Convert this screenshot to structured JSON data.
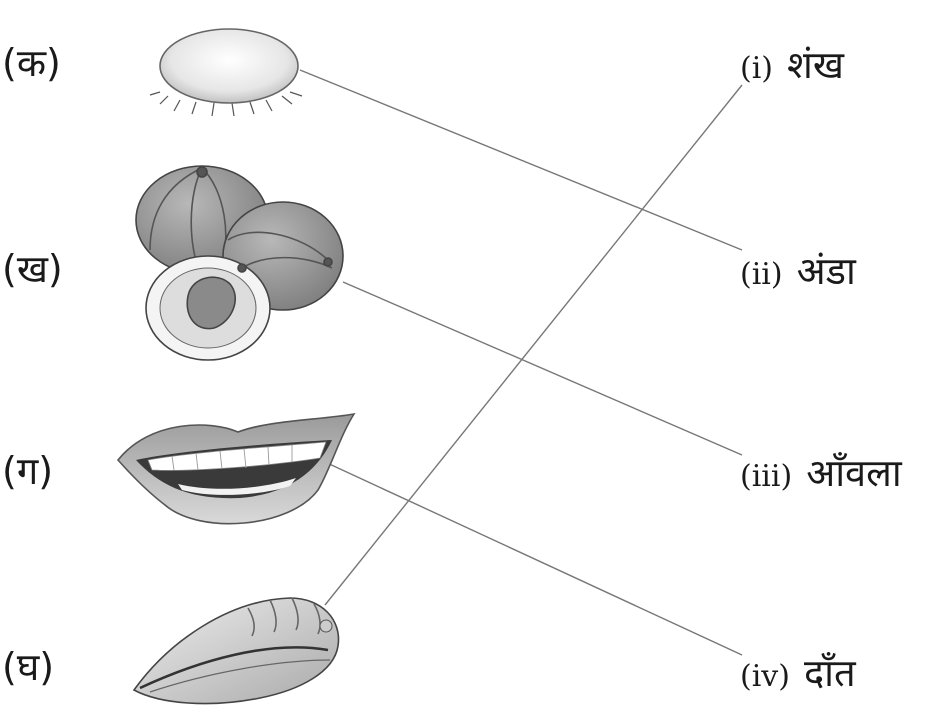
{
  "left_labels": [
    "(क)",
    "(ख)",
    "(ग)",
    "(घ)"
  ],
  "right_items": [
    {
      "num": "(i)",
      "word": "शंख"
    },
    {
      "num": "(ii)",
      "word": "अंडा"
    },
    {
      "num": "(iii)",
      "word": "आँवला"
    },
    {
      "num": "(iv)",
      "word": "दाँत"
    }
  ],
  "pictures": [
    "egg-icon",
    "amla-fruit-icon",
    "teeth-lips-icon",
    "conch-shell-icon"
  ],
  "matches": [
    {
      "from": "(क)",
      "to": "(ii)"
    },
    {
      "from": "(ख)",
      "to": "(iii)"
    },
    {
      "from": "(ग)",
      "to": "(iv)"
    },
    {
      "from": "(घ)",
      "to": "(i)"
    }
  ],
  "colors": {
    "line": "#777777",
    "shade": "#9a9a9a",
    "dark": "#555555"
  }
}
